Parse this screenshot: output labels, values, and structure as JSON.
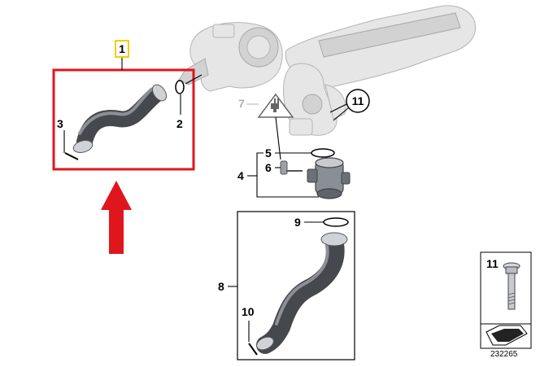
{
  "labels": {
    "part_1": "1",
    "part_2": "2",
    "part_3": "3",
    "part_4": "4",
    "part_5": "5",
    "part_6": "6",
    "part_7": "7",
    "part_8": "8",
    "part_9": "9",
    "part_10": "10",
    "part_11_callout": "11",
    "part_11_panel": "11"
  },
  "diagram_id": "232265",
  "colors": {
    "highlight_red": "#e0161d",
    "label_1_yellow": "#f0d000",
    "hose": "#45484d",
    "ghost_engine": "#e6e6e6"
  },
  "icons": {
    "arrow": "red-arrow-up-icon",
    "sensor": "sensor-warning-triangle-icon",
    "bolt": "bolt-icon",
    "view": "view-direction-arrow-icon"
  }
}
